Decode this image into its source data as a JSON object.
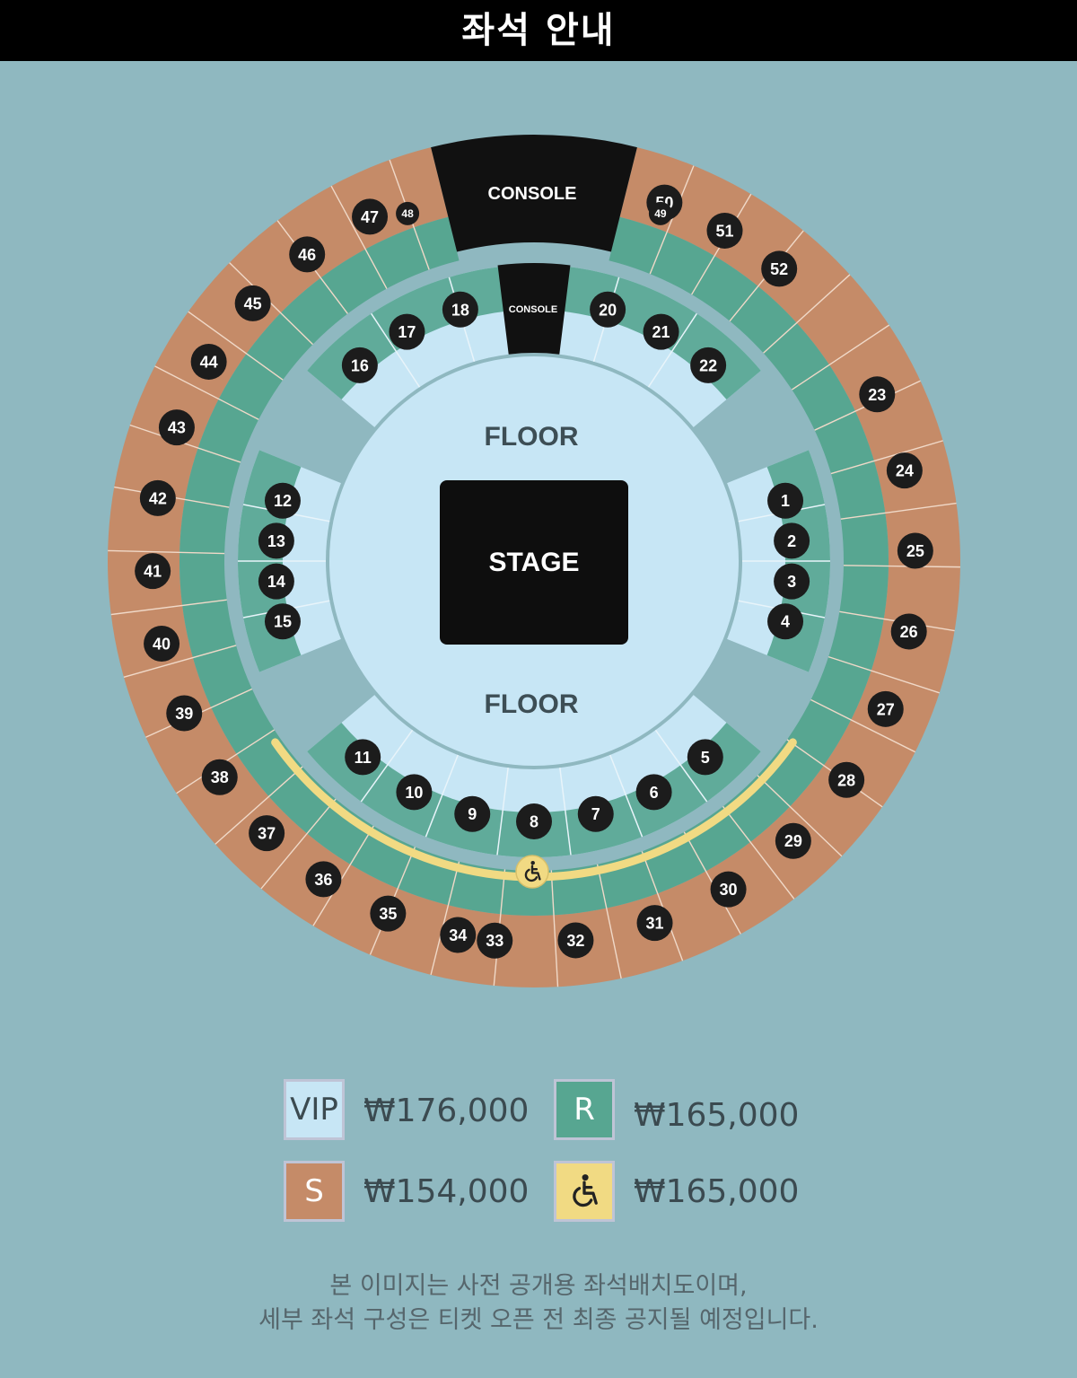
{
  "header": {
    "title": "좌석 안내"
  },
  "map": {
    "stage_label": "STAGE",
    "floor_top_label": "FLOOR",
    "floor_bottom_label": "FLOOR",
    "console_outer_label": "CONSOLE",
    "console_inner_label": "CONSOLE",
    "wheelchair_icon": "wheelchair-icon",
    "inner_right": [
      "1",
      "2",
      "3",
      "4"
    ],
    "inner_bottom": [
      "5",
      "6",
      "7",
      "8",
      "9",
      "10",
      "11"
    ],
    "inner_left": [
      "12",
      "13",
      "14",
      "15"
    ],
    "inner_top": [
      "16",
      "17",
      "18",
      "20",
      "21",
      "22"
    ],
    "outer_right": [
      "23",
      "24",
      "25",
      "26",
      "27",
      "28",
      "29",
      "30",
      "31",
      "32",
      "33"
    ],
    "outer_left": [
      "34",
      "35",
      "36",
      "37",
      "38",
      "39",
      "40",
      "41",
      "42",
      "43",
      "44",
      "45",
      "46",
      "47"
    ],
    "outer_top_small": [
      "48",
      "49"
    ],
    "outer_top_right": [
      "50",
      "51",
      "52"
    ]
  },
  "legend": [
    {
      "label": "VIP",
      "price": "₩176,000",
      "color": "#c7e6f5",
      "text_color": "#3b4a50"
    },
    {
      "label": "R",
      "price": "₩165,000",
      "color": "#57a691",
      "text_color": "#ffffff"
    },
    {
      "label": "S",
      "price": "₩154,000",
      "color": "#c58b68",
      "text_color": "#ffffff"
    },
    {
      "label": "",
      "icon": "wheelchair-icon",
      "price": "₩165,000",
      "color": "#f1da83",
      "text_color": "#222222"
    }
  ],
  "notice": {
    "line1": "본 이미지는 사전 공개용 좌석배치도이며,",
    "line2": "세부 좌석 구성은 티켓 오픈 전 최종 공지될 예정입니다."
  },
  "colors": {
    "background": "#8fb8c0",
    "vip": "#c7e6f5",
    "r": "#57a691",
    "s": "#c58b68",
    "wheelchair": "#f1da83",
    "badge": "#1c1c1c"
  }
}
